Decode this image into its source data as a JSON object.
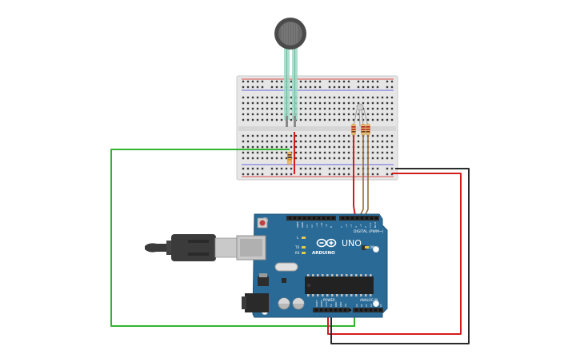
{
  "arduino": {
    "brand": "ARDUINO",
    "model": "UNO",
    "digital_label": "DIGITAL (PWM~)",
    "analog_label": "ANALOG IN",
    "power_label": "POWER",
    "aref": "AREF",
    "gnd": "GND",
    "led_l": "L",
    "led_tx": "TX",
    "led_rx": "RX",
    "on_label": "ON",
    "digital_pins": [
      "13",
      "12",
      "~11",
      "~10",
      "~9",
      "8",
      "7",
      "~6",
      "~5",
      "4",
      "~3",
      "2",
      "TX 1",
      "RX 0"
    ],
    "power_pins": [
      "IOREF",
      "RESET",
      "3.3V",
      "5V",
      "GND",
      "GND",
      "Vin"
    ],
    "analog_pins": [
      "A0",
      "A1",
      "A2",
      "A3",
      "A4",
      "A5"
    ]
  },
  "colors": {
    "board": "#2a6a96",
    "breadboard": "#e8e8e8",
    "wire_green": "#2fb52f",
    "wire_red": "#d41c1c",
    "wire_black": "#2b2b2b",
    "wire_brown": "#9a6a3a",
    "sensor": "#4d4d4d",
    "sensor_leg": "#9fd8c4"
  }
}
